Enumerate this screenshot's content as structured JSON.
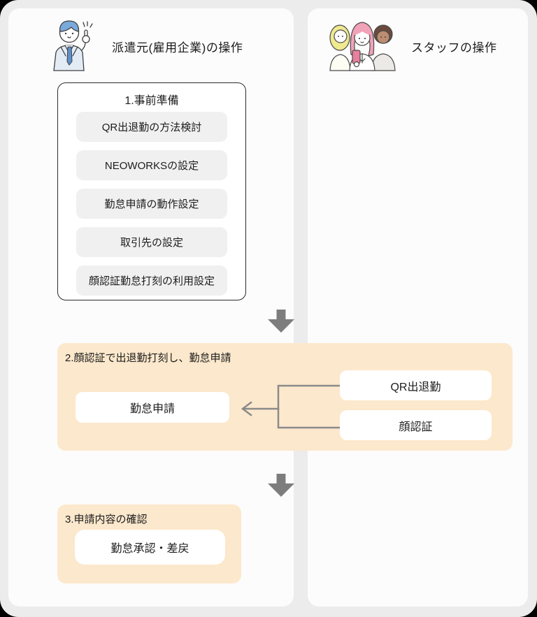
{
  "panels": {
    "dispatcher": {
      "title": "派遣元(雇用企業)の操作"
    },
    "staff": {
      "title": "スタッフの操作"
    }
  },
  "steps": {
    "step1": {
      "title": "1.事前準備",
      "items": [
        "QR出退勤の方法検討",
        "NEOWORKSの設定",
        "勤怠申請の動作設定",
        "取引先の設定",
        "顔認証勤怠打刻の利用設定"
      ]
    },
    "step2": {
      "title": "2.顔認証で出退勤打刻し、勤怠申請",
      "nodes": {
        "attendance_request": "勤怠申請",
        "qr_clock": "QR出退勤",
        "face_recognition": "顔認証"
      }
    },
    "step3": {
      "title": "3.申請内容の確認",
      "nodes": {
        "approval": "勤怠承認・差戻"
      }
    }
  },
  "icons": {
    "dispatcher_illustration": "businessman-pointing",
    "staff_illustration": "staff-group-with-phone",
    "flow_arrows": "down-block-arrow"
  },
  "colors": {
    "background": "#ececec",
    "panel": "#fcfcfc",
    "step_highlight": "#fce8cc",
    "pill": "#f0f0f0",
    "arrow": "#7d7d7d",
    "connector": "#8a8a8a",
    "text": "#1c1c1c"
  }
}
